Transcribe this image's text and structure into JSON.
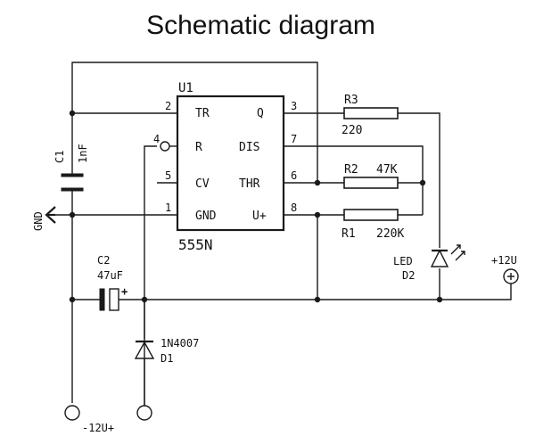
{
  "title": "Schematic diagram",
  "ic": {
    "designator": "U1",
    "part": "555N",
    "pins": [
      {
        "num": "2",
        "name": "TR"
      },
      {
        "num": "4",
        "name": "R"
      },
      {
        "num": "5",
        "name": "CV"
      },
      {
        "num": "1",
        "name": "GND"
      },
      {
        "num": "3",
        "name": "Q"
      },
      {
        "num": "7",
        "name": "DIS"
      },
      {
        "num": "6",
        "name": "THR"
      },
      {
        "num": "8",
        "name": "U+"
      }
    ]
  },
  "components": {
    "c1": {
      "ref": "C1",
      "value": "1nF"
    },
    "c2": {
      "ref": "C2",
      "value": "47uF",
      "polarity": "+"
    },
    "r3": {
      "ref": "R3",
      "value": "220"
    },
    "r2": {
      "ref": "R2",
      "value": "47K"
    },
    "r1": {
      "ref": "R1",
      "value": "220K"
    },
    "led": {
      "type": "LED",
      "ref": "D2"
    },
    "diode": {
      "ref": "D1",
      "value": "1N4007"
    }
  },
  "labels": {
    "gnd": "GND",
    "supply_pos": "+12U",
    "supply_input": "-12U+"
  }
}
